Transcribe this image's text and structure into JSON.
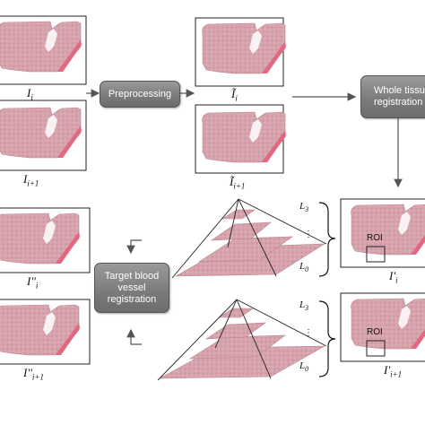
{
  "labels": {
    "I_i": "I",
    "I_i_sub": "i",
    "I_i1": "I",
    "I_i1_sub": "i+1",
    "Ipp_i": "I''",
    "Ipp_i_sub": "i",
    "Ipp_i1": "I''",
    "Ipp_i1_sub": "i+1",
    "Ip_i": "I'",
    "Ip_i_sub": "i",
    "Ip_i1": "I'",
    "Ip_i1_sub": "i+1",
    "It_i": "Ĩ",
    "It_i_sub": "i",
    "It_i1": "Ĩ",
    "It_i1_sub": "i+1"
  },
  "steps": {
    "preprocessing": "Preprocessing",
    "whole_tissue_line1": "Whole tissue",
    "whole_tissue_line2": "registration",
    "target_line1": "Target blood",
    "target_line2": "vessel",
    "target_line3": "registration"
  },
  "pyramid": {
    "top_level": "L",
    "top_level_sub": "3",
    "bottom_level": "L",
    "bottom_level_sub": "0",
    "dots": "⋮"
  },
  "roi_label": "ROI",
  "colors": {
    "tissue_fill": "#d8a4ad",
    "tissue_stroke": "#b9858f",
    "fold_band": "#e2677f",
    "step_box": "#7f7f7f",
    "arrow": "#555555"
  }
}
